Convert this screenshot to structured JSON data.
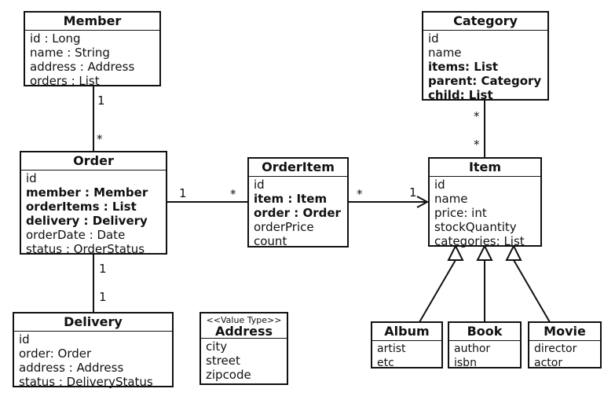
{
  "classes": {
    "member": {
      "name": "Member",
      "attrs": [
        {
          "text": "id : Long",
          "bold": false
        },
        {
          "text": "name : String",
          "bold": false
        },
        {
          "text": "address : Address",
          "bold": false
        },
        {
          "text": "orders : List",
          "bold": false
        }
      ]
    },
    "order": {
      "name": "Order",
      "attrs": [
        {
          "text": "id",
          "bold": false
        },
        {
          "text": "member : Member",
          "bold": true
        },
        {
          "text": "orderItems : List",
          "bold": true
        },
        {
          "text": "delivery : Delivery",
          "bold": true
        },
        {
          "text": "orderDate : Date",
          "bold": false
        },
        {
          "text": "status : OrderStatus",
          "bold": false
        }
      ]
    },
    "delivery": {
      "name": "Delivery",
      "attrs": [
        {
          "text": "id",
          "bold": false
        },
        {
          "text": "order: Order",
          "bold": false
        },
        {
          "text": "address : Address",
          "bold": false
        },
        {
          "text": "status : DeliveryStatus",
          "bold": false
        }
      ]
    },
    "address": {
      "stereotype": "<<Value Type>>",
      "name": "Address",
      "attrs": [
        {
          "text": "city",
          "bold": false
        },
        {
          "text": "street",
          "bold": false
        },
        {
          "text": "zipcode",
          "bold": false
        }
      ]
    },
    "orderitem": {
      "name": "OrderItem",
      "attrs": [
        {
          "text": "id",
          "bold": false
        },
        {
          "text": "item : Item",
          "bold": true
        },
        {
          "text": "order : Order",
          "bold": true
        },
        {
          "text": "orderPrice",
          "bold": false
        },
        {
          "text": "count",
          "bold": false
        }
      ]
    },
    "category": {
      "name": "Category",
      "attrs": [
        {
          "text": "id",
          "bold": false
        },
        {
          "text": "name",
          "bold": false
        },
        {
          "text": "items: List",
          "bold": true
        },
        {
          "text": "parent: Category",
          "bold": true
        },
        {
          "text": "child: List",
          "bold": true
        }
      ]
    },
    "item": {
      "name": "Item",
      "attrs": [
        {
          "text": "id",
          "bold": false
        },
        {
          "text": "name",
          "bold": false
        },
        {
          "text": "price: int",
          "bold": false
        },
        {
          "text": "stockQuantity",
          "bold": false
        },
        {
          "text": "categories: List",
          "bold": false
        }
      ]
    },
    "album": {
      "name": "Album",
      "attrs": [
        {
          "text": "artist",
          "bold": false
        },
        {
          "text": "etc",
          "bold": false
        }
      ]
    },
    "book": {
      "name": "Book",
      "attrs": [
        {
          "text": "author",
          "bold": false
        },
        {
          "text": "isbn",
          "bold": false
        }
      ]
    },
    "movie": {
      "name": "Movie",
      "attrs": [
        {
          "text": "director",
          "bold": false
        },
        {
          "text": "actor",
          "bold": false
        }
      ]
    }
  },
  "relations": {
    "member_order": {
      "member_end": "1",
      "order_end": "*"
    },
    "order_delivery": {
      "order_end": "1",
      "delivery_end": "1"
    },
    "order_orderitem": {
      "order_end": "1",
      "orderitem_end": "*"
    },
    "orderitem_item": {
      "orderitem_end": "*",
      "item_end": "1"
    },
    "category_item": {
      "category_end": "*",
      "item_end": "*"
    }
  }
}
